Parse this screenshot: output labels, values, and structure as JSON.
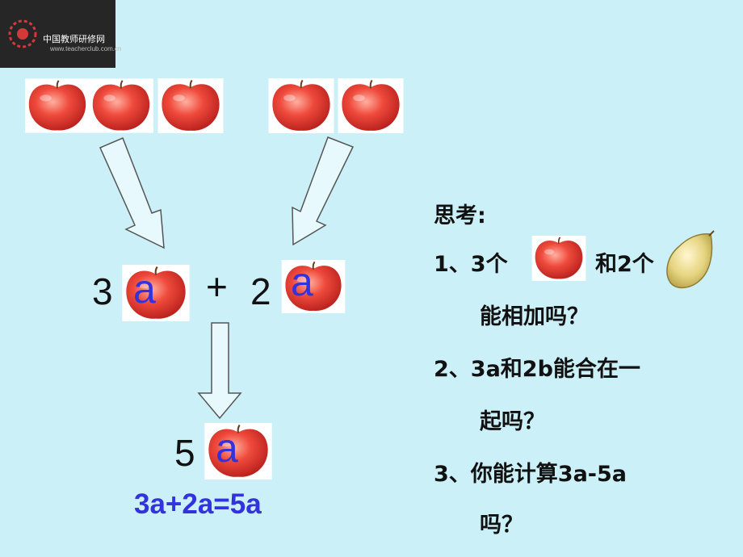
{
  "logo": {
    "title": "中国教师研修网",
    "url": "www.teacherclub.com.cn"
  },
  "expression": {
    "coef_left": "3",
    "operator": "+",
    "coef_right": "2",
    "variable": "a",
    "result_coef": "5",
    "equation": "3a+2a=5a"
  },
  "think": {
    "heading": "思考:",
    "q1_prefix": "1、3个",
    "q1_mid": "和2个",
    "q1_cont": "能相加吗？",
    "q2_line1": "2、3a和2b能合在一",
    "q2_line2": "起吗？",
    "q3_line1": "3、你能计算3a-5a",
    "q3_line2": "吗？"
  },
  "colors": {
    "background": "#ccf0f8",
    "variable": "#3333dd",
    "arrow_fill": "#e8f9fd",
    "apple": "#e83a32",
    "pear": "#e8d98a"
  }
}
